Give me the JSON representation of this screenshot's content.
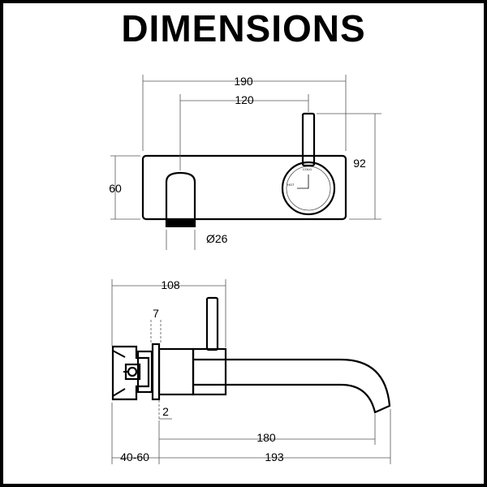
{
  "title": "DIMENSIONS",
  "front_view": {
    "overall_width": "190",
    "spout_to_handle": "120",
    "overall_height": "92",
    "plate_height": "60",
    "spout_diameter": "Ø26",
    "dial_labels": {
      "cold": "COLD",
      "hot": "HOT"
    }
  },
  "side_view": {
    "handle_reach": "108",
    "flange_thickness": "7",
    "gap": "2",
    "spout_length": "180",
    "wall_depth": "40-60",
    "total_length": "193"
  }
}
